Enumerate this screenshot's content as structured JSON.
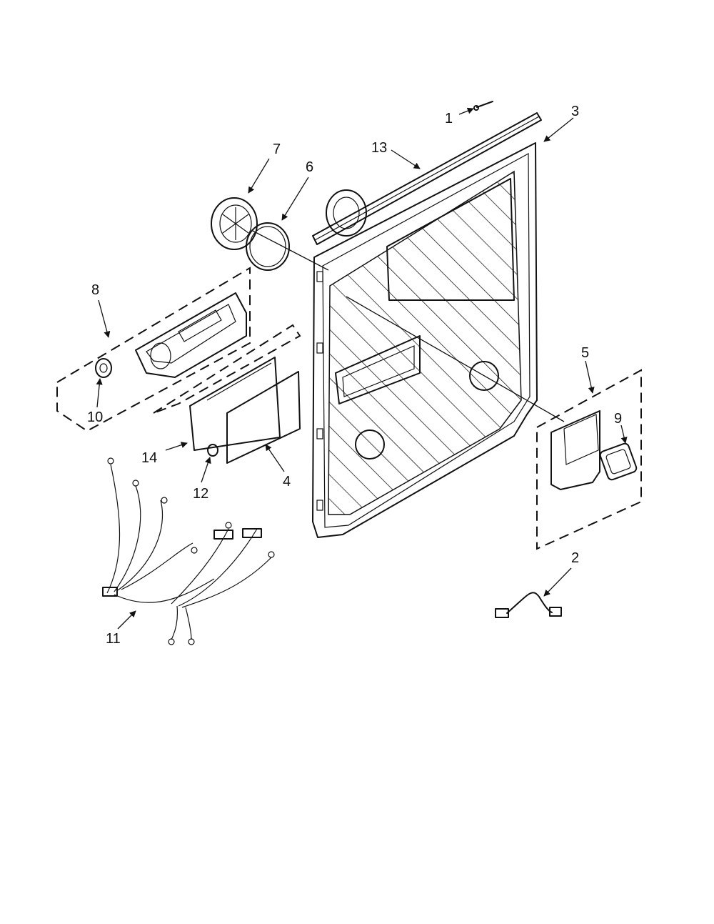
{
  "callouts": {
    "c1": "1",
    "c2": "2",
    "c3": "3",
    "c4": "4",
    "c5": "5",
    "c6": "6",
    "c7": "7",
    "c8": "8",
    "c9": "9",
    "c10": "10",
    "c11": "11",
    "c12": "12",
    "c13": "13",
    "c14": "14"
  },
  "colors": {
    "ink": "#111111",
    "paper": "#ffffff"
  }
}
